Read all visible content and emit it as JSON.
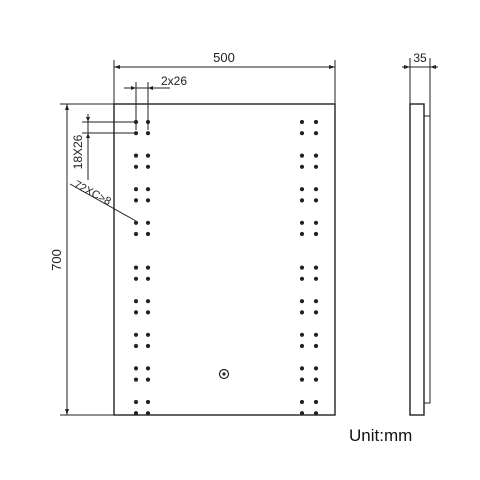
{
  "drawing": {
    "front_view": {
      "width_label": "500",
      "height_label": "700",
      "led_pitch_h_label": "2x26",
      "led_pitch_v_label": "18X26",
      "led_note_label": "72XC>8"
    },
    "side_view": {
      "depth_label": "35"
    },
    "unit_label": "Unit:mm",
    "leds": {
      "column_pairs": 2,
      "rows": [
        0,
        1,
        3,
        4,
        6,
        7,
        9,
        10,
        13,
        14,
        16,
        17,
        19,
        20,
        22,
        23,
        25,
        26
      ],
      "count_per_group": 2
    },
    "colors": {
      "line": "#222222",
      "led": "#222222",
      "background": "#ffffff"
    },
    "icons": {
      "touch_sensor": "touch-sensor-icon",
      "led": "led-dot-icon"
    }
  }
}
